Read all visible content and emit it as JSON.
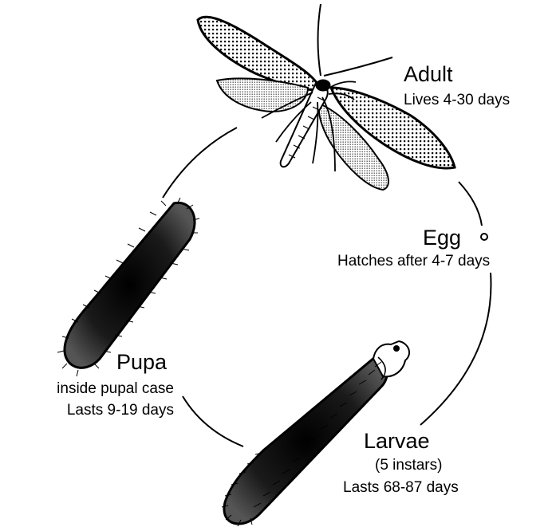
{
  "stages": {
    "adult": {
      "name": "Adult",
      "detail": "Lives 4-30 days"
    },
    "egg": {
      "name": "Egg",
      "detail": "Hatches after 4-7 days"
    },
    "larvae": {
      "name": "Larvae",
      "detail_1": "(5 instars)",
      "detail_2": "Lasts 68-87 days"
    },
    "pupa": {
      "name": "Pupa",
      "detail_1": "inside pupal case",
      "detail_2": "Lasts 9-19 days"
    }
  },
  "colors": {
    "ink": "#000000",
    "background": "#ffffff"
  },
  "icons": [
    "moth-icon",
    "egg-icon",
    "larva-icon",
    "pupal-case-icon"
  ]
}
